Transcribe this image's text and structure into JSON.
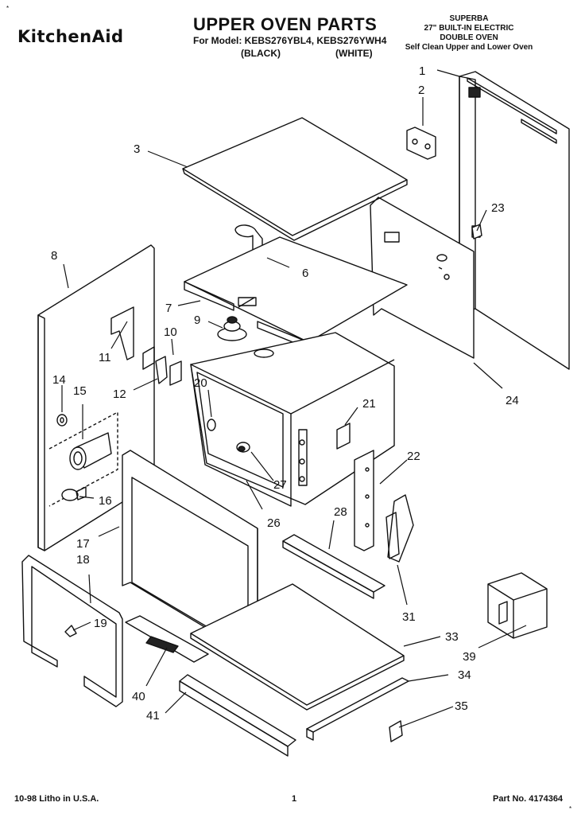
{
  "brand": "KitchenAid",
  "header": {
    "title": "UPPER OVEN PARTS",
    "model_line": "For Model: KEBS276YBL4, KEBS276YWH4",
    "color_black": "(BLACK)",
    "color_white": "(WHITE)"
  },
  "product": {
    "line1": "SUPERBA",
    "line2": "27\" BUILT-IN ELECTRIC",
    "line3": "DOUBLE OVEN",
    "line4": "Self Clean Upper and Lower Oven"
  },
  "footer": {
    "date": "10-98  Litho in U.S.A.",
    "page": "1",
    "part_no": "Part No. 4174364"
  },
  "callouts": [
    "1",
    "2",
    "3",
    "6",
    "7",
    "8",
    "9",
    "10",
    "11",
    "12",
    "14",
    "15",
    "16",
    "17",
    "18",
    "19",
    "20",
    "21",
    "22",
    "23",
    "24",
    "26",
    "27",
    "28",
    "31",
    "33",
    "34",
    "35",
    "39",
    "40",
    "41"
  ]
}
